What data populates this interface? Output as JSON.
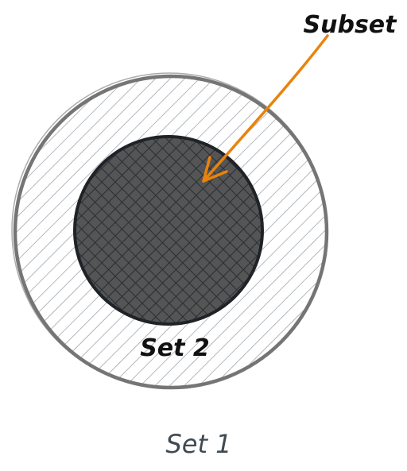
{
  "diagram": {
    "labels": {
      "outer_set": "Set 1",
      "inner_set": "Set 2",
      "arrow_label": "Subset"
    },
    "colors": {
      "background": "#ffffff",
      "outer_stroke": "#757575",
      "outer_hatch": "#8a949c",
      "inner_fill": "#555555",
      "inner_hatch": "#2a3036",
      "inner_stroke": "#1f2327",
      "arrow": "#e8830c",
      "label_dark": "#111111",
      "label_muted": "#3f4a52"
    }
  }
}
